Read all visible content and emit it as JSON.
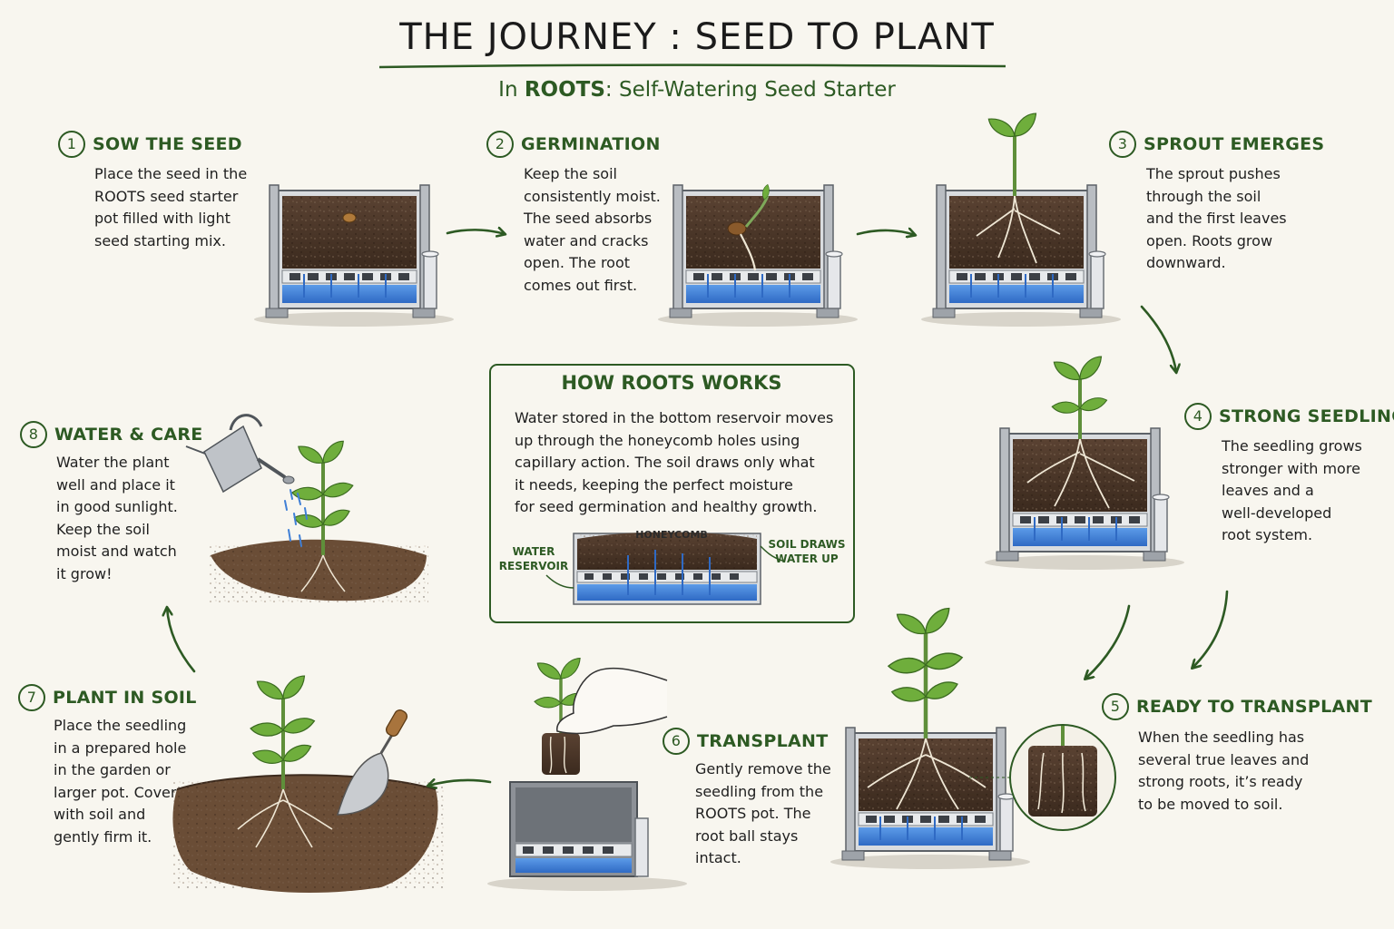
{
  "title": "THE JOURNEY : SEED TO PLANT",
  "subtitle_prefix": "In ",
  "subtitle_brand": "ROOTS",
  "subtitle_suffix": ": Self-Watering Seed Starter",
  "steps": [
    {
      "number": "1",
      "title": "SOW THE SEED",
      "text": "Place the seed in the\nROOTS seed starter\npot filled with light\nseed starting mix."
    },
    {
      "number": "2",
      "title": "GERMINATION",
      "text": "Keep the soil\nconsistently moist.\nThe seed absorbs\nwater and cracks\nopen. The root\ncomes out first."
    },
    {
      "number": "3",
      "title": "SPROUT EMERGES",
      "text": "The sprout pushes\nthrough the soil\nand the first leaves\nopen. Roots grow\ndownward."
    },
    {
      "number": "4",
      "title": "STRONG SEEDLING",
      "text": "The seedling grows\nstronger with more\nleaves and a\nwell-developed\nroot system."
    },
    {
      "number": "5",
      "title": "READY TO TRANSPLANT",
      "text": "When the seedling has\nseveral true leaves and\nstrong roots, it’s ready\nto be moved to soil."
    },
    {
      "number": "6",
      "title": "TRANSPLANT",
      "text": "Gently remove the\nseedling from the\nROOTS pot. The\nroot ball stays\nintact."
    },
    {
      "number": "7",
      "title": "PLANT IN SOIL",
      "text": "Place the seedling\nin a prepared hole\nin the garden or\nlarger pot. Cover\nwith soil and\ngently firm it."
    },
    {
      "number": "8",
      "title": "WATER & CARE",
      "text": "Water the plant\nwell and place it\nin good sunlight.\nKeep the soil\nmoist and watch\nit grow!"
    }
  ],
  "how_it_works": {
    "title": "HOW ROOTS WORKS",
    "text": "Water stored in the bottom reservoir moves\nup through the honeycomb holes using\ncapillary action. The soil draws only what\nit needs, keeping the perfect moisture\nfor seed germination and healthy growth.",
    "label_honeycomb": "HONEYCOMB",
    "label_reservoir": "WATER\nRESERVOIR",
    "label_soil": "SOIL DRAWS\nWATER UP"
  },
  "colors": {
    "accent_green": "#2d5a23",
    "leaf_green": "#6fae3c",
    "soil_brown": "#4a3526",
    "water_blue": "#3f7fd6",
    "frame_grey": "#8c9198"
  }
}
